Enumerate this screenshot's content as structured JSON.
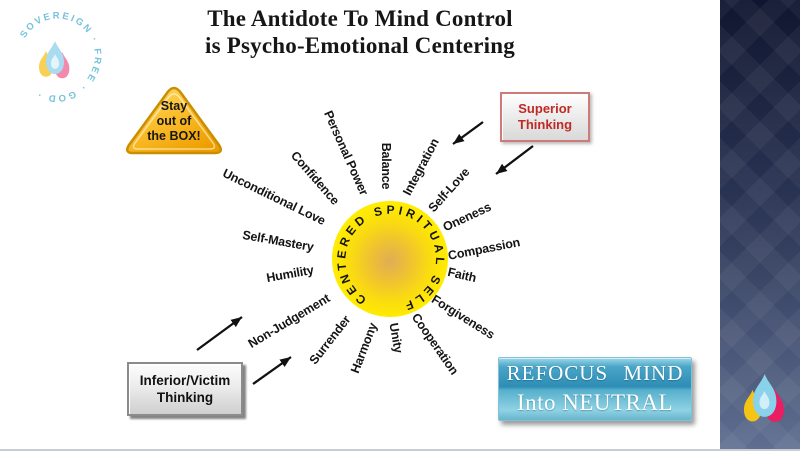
{
  "title": {
    "line1": "The Antidote To Mind Control",
    "line2": "is Psycho-Emotional Centering"
  },
  "logo": {
    "circular_text": "SOVEREIGN · FREE · GOD ·",
    "flame_colors": {
      "yellow": "#f8d054",
      "blue": "#a9dcf0",
      "pink": "#f28aae"
    }
  },
  "warning_triangle": {
    "line1": "Stay",
    "line2": "out of",
    "line3": "the BOX!",
    "fill_top": "#ffe07a",
    "fill_bottom": "#ee9f00"
  },
  "superior_box": {
    "line1": "Superior",
    "line2": "Thinking",
    "text_color": "#c02a24"
  },
  "inferior_box": {
    "line1": "Inferior/Victim",
    "line2": "Thinking"
  },
  "refocus_box": {
    "line1": "REFOCUS MIND",
    "line2": "Into NEUTRAL",
    "fill": "#3b97bc"
  },
  "sun": {
    "label": "CENTERED SPIRITUAL SELF",
    "fill_center": "#e0ad55",
    "fill_edge": "#fff400"
  },
  "rays": [
    {
      "label": "Confidence"
    },
    {
      "label": "Personal Power"
    },
    {
      "label": "Balance"
    },
    {
      "label": "Integration"
    },
    {
      "label": "Self-Love"
    },
    {
      "label": "Oneness"
    },
    {
      "label": "Compassion"
    },
    {
      "label": "Faith"
    },
    {
      "label": "Forgiveness"
    },
    {
      "label": "Cooperation"
    },
    {
      "label": "Unity"
    },
    {
      "label": "Harmony"
    },
    {
      "label": "Surrender"
    },
    {
      "label": "Non-Judgement"
    },
    {
      "label": "Humility"
    },
    {
      "label": "Self-Mastery"
    },
    {
      "label": "Unconditional Love"
    }
  ],
  "sidebar_flame_colors": {
    "yellow": "#f6c513",
    "blue": "#8ad2ea",
    "pink": "#e91e63"
  }
}
